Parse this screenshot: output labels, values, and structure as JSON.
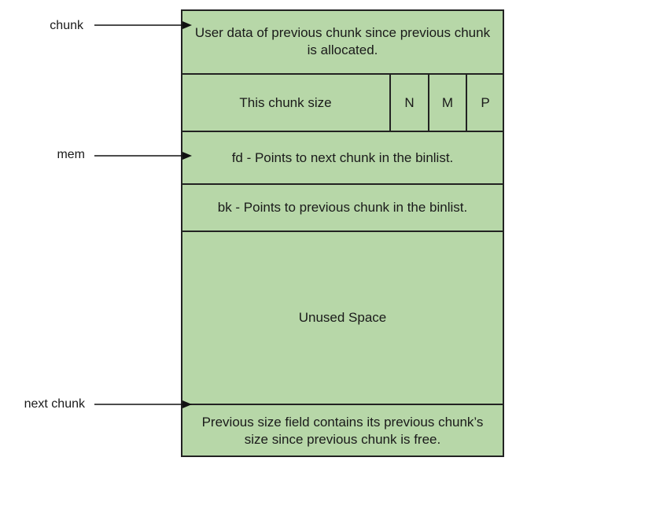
{
  "pointers": {
    "chunk": "chunk",
    "mem": "mem",
    "next_chunk": "next chunk"
  },
  "fields": {
    "prev_user_data": "User data of previous chunk since previous chunk is allocated.",
    "chunk_size": "This chunk size",
    "flag_n": "N",
    "flag_m": "M",
    "flag_p": "P",
    "fd": "fd - Points to next chunk in the binlist.",
    "bk": "bk - Points to previous chunk in the binlist.",
    "unused": "Unused Space",
    "next_prev_size": "Previous size field contains its previous chunk’s size since previous chunk is free."
  },
  "colors": {
    "cell_fill": "#b7d7a8",
    "stroke": "#222222"
  }
}
